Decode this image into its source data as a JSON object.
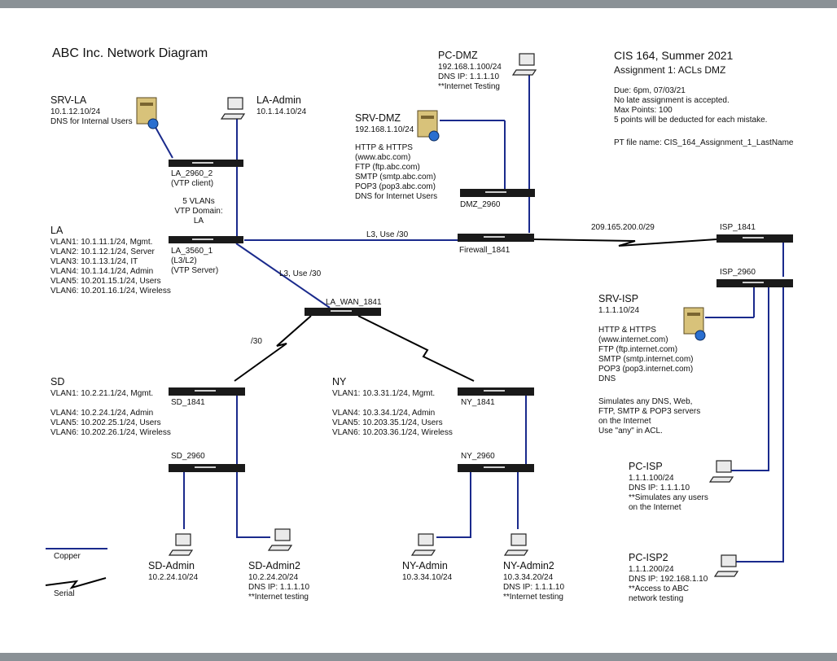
{
  "title": "ABC Inc. Network Diagram",
  "course": {
    "title": "CIS 164, Summer 2021",
    "subtitle": "Assignment 1: ACLs DMZ",
    "rules": [
      "Due: 6pm, 07/03/21",
      "No late assignment is accepted.",
      "Max Points: 100",
      "5 points will be deducted for each mistake."
    ],
    "pt_file": "PT file name: CIS_164_Assignment_1_LastName"
  },
  "devices": {
    "srv_la": {
      "name": "SRV-LA",
      "lines": [
        "10.1.12.10/24",
        "DNS for Internal Users"
      ]
    },
    "la_admin": {
      "name": "LA-Admin",
      "lines": [
        "10.1.14.10/24"
      ]
    },
    "pc_dmz": {
      "name": "PC-DMZ",
      "lines": [
        "192.168.1.100/24",
        "DNS IP: 1.1.1.10",
        "**Internet Testing"
      ]
    },
    "srv_dmz": {
      "name": "SRV-DMZ",
      "ip": "192.168.1.10/24",
      "lines": [
        "HTTP & HTTPS",
        "(www.abc.com)",
        "FTP (ftp.abc.com)",
        "SMTP (smtp.abc.com)",
        "POP3 (pop3.abc.com)",
        "DNS for Internet Users"
      ]
    },
    "la_2960_2": {
      "name": "LA_2960_2",
      "note": "(VTP client)"
    },
    "la_vtp": {
      "lines": [
        "5 VLANs",
        "VTP Domain:",
        "LA"
      ]
    },
    "la": {
      "name": "LA",
      "lines": [
        "VLAN1: 10.1.11.1/24, Mgmt.",
        "VLAN2: 10.1.12.1/24, Server",
        "VLAN3: 10.1.13.1/24, IT",
        "VLAN4: 10.1.14.1/24, Admin",
        "VLAN5: 10.201.15.1/24, Users",
        "VLAN6: 10.201.16.1/24, Wireless"
      ]
    },
    "la_3560": {
      "lines": [
        "LA_3560_1",
        "(L3/L2)",
        "(VTP Server)"
      ]
    },
    "dmz_2960": {
      "name": "DMZ_2960"
    },
    "firewall": {
      "name": "Firewall_1841"
    },
    "isp_1841": {
      "name": "ISP_1841"
    },
    "isp_2960": {
      "name": "ISP_2960"
    },
    "la_wan": {
      "name": "LA_WAN_1841"
    },
    "srv_isp": {
      "name": "SRV-ISP",
      "ip": "1.1.1.10/24",
      "lines": [
        "HTTP & HTTPS",
        "(www.internet.com)",
        "FTP (ftp.internet.com)",
        "SMTP (smtp.internet.com)",
        "POP3 (pop3.internet.com)",
        "DNS"
      ],
      "notes": [
        "Simulates any DNS, Web,",
        "FTP, SMTP & POP3 servers",
        "on the Internet",
        "Use \"any\" in ACL."
      ]
    },
    "sd": {
      "name": "SD",
      "lines": [
        "VLAN1: 10.2.21.1/24, Mgmt.",
        "",
        "VLAN4: 10.2.24.1/24, Admin",
        "VLAN5: 10.202.25.1/24, Users",
        "VLAN6: 10.202.26.1/24, Wireless"
      ]
    },
    "sd_1841": {
      "name": "SD_1841"
    },
    "sd_2960": {
      "name": "SD_2960"
    },
    "ny": {
      "name": "NY",
      "lines": [
        "VLAN1: 10.3.31.1/24, Mgmt.",
        "",
        "VLAN4: 10.3.34.1/24, Admin",
        "VLAN5: 10.203.35.1/24, Users",
        "VLAN6: 10.203.36.1/24, Wireless"
      ]
    },
    "ny_1841": {
      "name": "NY_1841"
    },
    "ny_2960": {
      "name": "NY_2960"
    },
    "sd_admin": {
      "name": "SD-Admin",
      "lines": [
        "10.2.24.10/24"
      ]
    },
    "sd_admin2": {
      "name": "SD-Admin2",
      "lines": [
        "10.2.24.20/24",
        "DNS IP: 1.1.1.10",
        "**Internet testing"
      ]
    },
    "ny_admin": {
      "name": "NY-Admin",
      "lines": [
        "10.3.34.10/24"
      ]
    },
    "ny_admin2": {
      "name": "NY-Admin2",
      "lines": [
        "10.3.34.20/24",
        "DNS IP: 1.1.1.10",
        "**Internet testing"
      ]
    },
    "pc_isp": {
      "name": "PC-ISP",
      "lines": [
        "1.1.1.100/24",
        "DNS IP: 1.1.1.10",
        "**Simulates any users",
        "on the Internet"
      ]
    },
    "pc_isp2": {
      "name": "PC-ISP2",
      "lines": [
        "1.1.1.200/24",
        "DNS IP: 192.168.1.10",
        "**Access to ABC",
        "network testing"
      ]
    }
  },
  "links": {
    "la_fw": "L3, Use /30",
    "la_wan": "L3, Use /30",
    "serial_sd": "/30",
    "isp_net": "209.165.200.0/29"
  },
  "legend": {
    "copper": "Copper",
    "serial": "Serial"
  },
  "colors": {
    "copper": "#1a2a8c",
    "serial": "#000000",
    "device": "#1a1a1a"
  }
}
